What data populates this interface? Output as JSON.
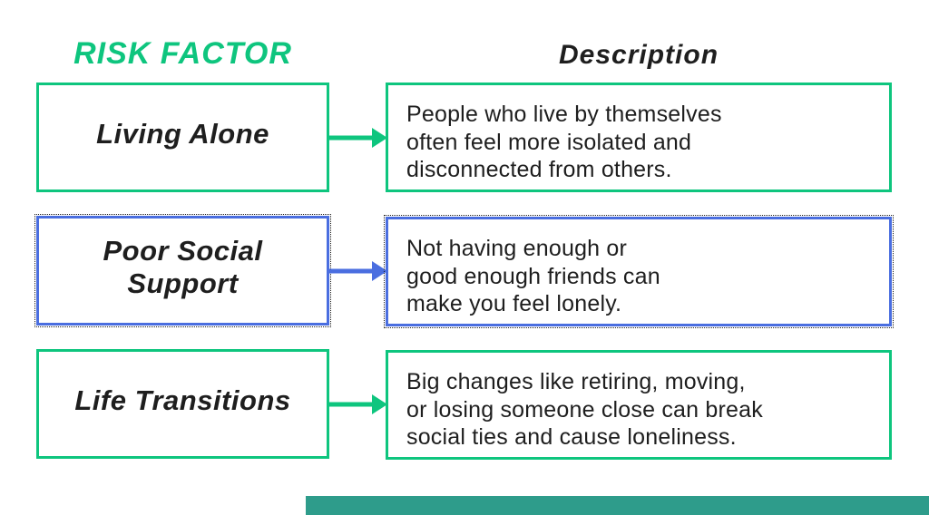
{
  "colors": {
    "green": "#0EC57E",
    "blue": "#4A6EE0",
    "dark": "#1E1E1E",
    "tealbar": "#2E9C8B",
    "background": "#FFFFFF"
  },
  "header": {
    "risk_factor": "RISK FACTOR",
    "description": "Description"
  },
  "rows": [
    {
      "accent": "green",
      "factor_lines": [
        "Living Alone"
      ],
      "description_lines": [
        "People who live by themselves",
        "often feel more isolated and",
        "disconnected from others."
      ]
    },
    {
      "accent": "blue",
      "factor_lines": [
        "Poor Social",
        "Support"
      ],
      "description_lines": [
        "Not having enough or",
        "good enough friends can",
        "make you feel lonely."
      ]
    },
    {
      "accent": "green",
      "factor_lines": [
        "Life Transitions"
      ],
      "description_lines": [
        "Big changes like retiring, moving,",
        "or losing someone close can break",
        "social ties and cause loneliness."
      ]
    }
  ]
}
